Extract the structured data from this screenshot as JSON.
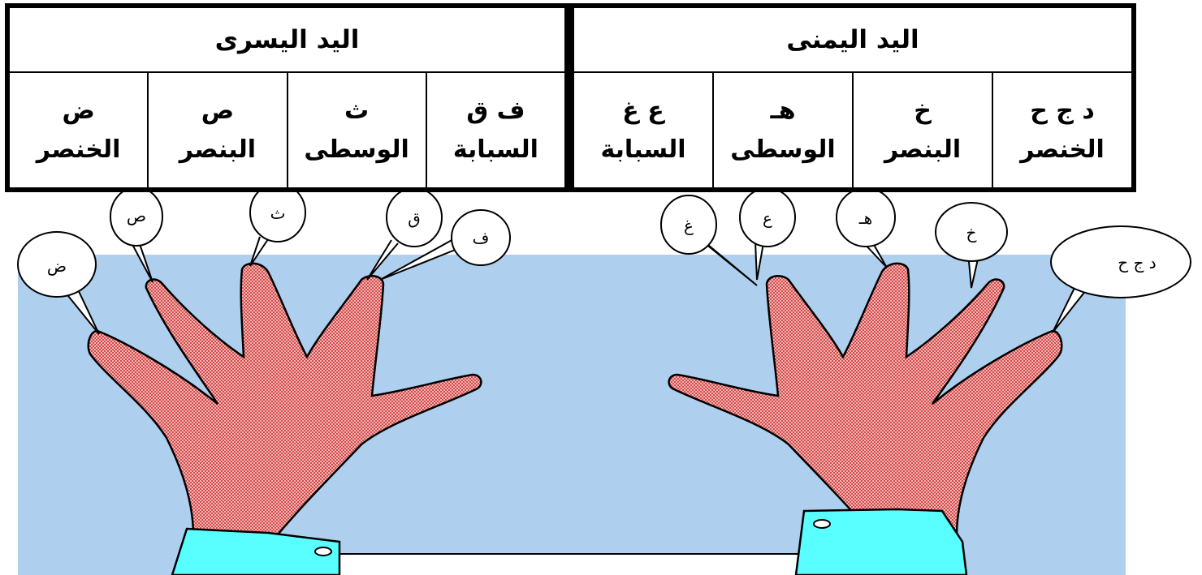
{
  "table": {
    "left_hand": {
      "title": "اليد اليسرى",
      "cells": [
        {
          "letters": "ض",
          "finger": "الخنصر"
        },
        {
          "letters": "ص",
          "finger": "البنصر"
        },
        {
          "letters": "ث",
          "finger": "الوسطى"
        },
        {
          "letters": "ف ق",
          "finger": "السبابة"
        }
      ]
    },
    "right_hand": {
      "title": "اليد اليمنى",
      "cells": [
        {
          "letters": "ع غ",
          "finger": "السبابة"
        },
        {
          "letters": "هـ",
          "finger": "الوسطى"
        },
        {
          "letters": "خ",
          "finger": "البنصر"
        },
        {
          "letters": "د ج ح",
          "finger": "الخنصر"
        }
      ]
    }
  },
  "callouts": {
    "dad": "ض",
    "sad": "ص",
    "tha": "ث",
    "qaf": "ق",
    "fa": "ف",
    "ghain": "غ",
    "ain": "ع",
    "ha": "هـ",
    "kha": "خ",
    "dal_jim_ha": "د ج ح"
  },
  "colors": {
    "background_panel": "#aecfee",
    "hand_fill": "#e8a4a4",
    "hand_pattern": "#d64545",
    "cuff": "#59ffff",
    "outline": "#000000"
  }
}
